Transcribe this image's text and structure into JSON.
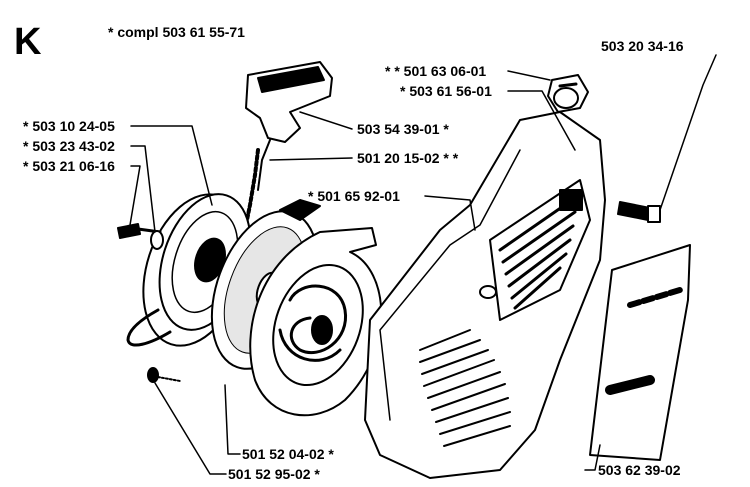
{
  "section_letter": "K",
  "labels": {
    "compl": "* compl 503 61 55-71",
    "p_503_20_34_16": "503 20 34-16",
    "p_501_63_06_01": "* * 501 63 06-01",
    "p_503_61_56_01": "* 503 61 56-01",
    "p_503_10_24_05": "* 503 10 24-05",
    "p_503_23_43_02": "* 503 23 43-02",
    "p_503_21_06_16": "* 503 21 06-16",
    "p_503_54_39_01": "503 54 39-01 *",
    "p_501_20_15_02": "501 20 15-02 * *",
    "p_501_65_92_01": "* 501 65 92-01",
    "p_501_52_04_02": "501 52 04-02 *",
    "p_501_52_95_02": "501 52 95-02 *",
    "p_503_62_39_02": "503 62 39-02"
  }
}
